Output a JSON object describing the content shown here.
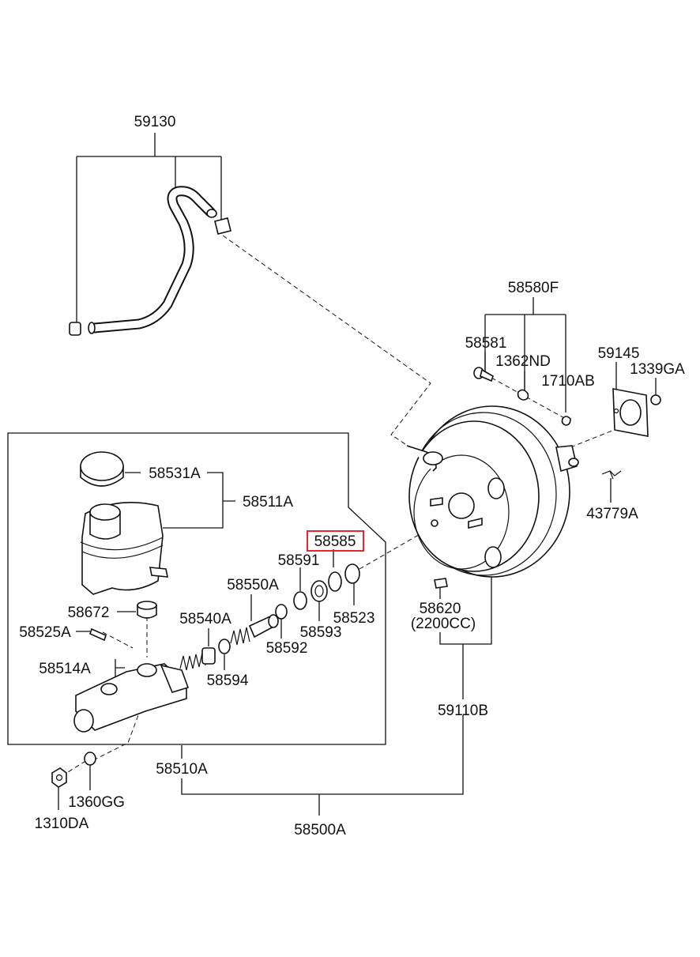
{
  "highlight_color": "#e8262b",
  "labels": {
    "l59130": "59130",
    "l58580F": "58580F",
    "l58581": "58581",
    "l1362ND": "1362ND",
    "l1710AB": "1710AB",
    "l59145": "59145",
    "l1339GA": "1339GA",
    "l58531A": "58531A",
    "l58511A": "58511A",
    "l43779A": "43779A",
    "l58585": "58585",
    "l58591": "58591",
    "l58550A": "58550A",
    "l58672": "58672",
    "l58540A": "58540A",
    "l58523": "58523",
    "l58620": "58620",
    "l2200CC": "(2200CC)",
    "l58525A": "58525A",
    "l58593": "58593",
    "l58592": "58592",
    "l58514A": "58514A",
    "l58594": "58594",
    "l59110B": "59110B",
    "l58510A": "58510A",
    "l1360GG": "1360GG",
    "l1310DA": "1310DA",
    "l58500A": "58500A"
  }
}
